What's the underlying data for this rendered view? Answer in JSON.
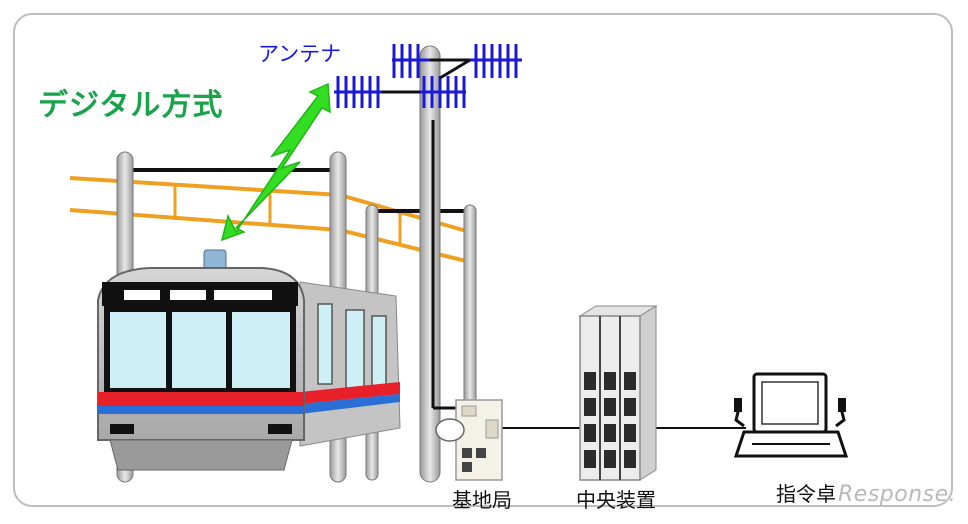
{
  "labels": {
    "digital": "デジタル方式",
    "antenna": "アンテナ",
    "base_station": "基地局",
    "central_unit": "中央装置",
    "dispatch_console": "指令卓"
  },
  "watermark": "Response.",
  "colors": {
    "digital_text": "#1aa34a",
    "antenna_text": "#1a1ad6",
    "antenna_elements": "#1a1ad6",
    "radio_link": "#33dd22",
    "overhead_wire": "#f0a020",
    "train_red_band": "#e8202a",
    "train_blue_band": "#2a6fd6",
    "train_body": "#b5b5b5",
    "window": "#cfeff7"
  },
  "icons": {
    "radio_link": "lightning-bolt-icon",
    "train": "train-icon",
    "antenna": "yagi-antenna-icon",
    "base_station": "base-station-box-icon",
    "central_unit": "server-rack-icon",
    "dispatch_console": "monitor-console-icon"
  }
}
